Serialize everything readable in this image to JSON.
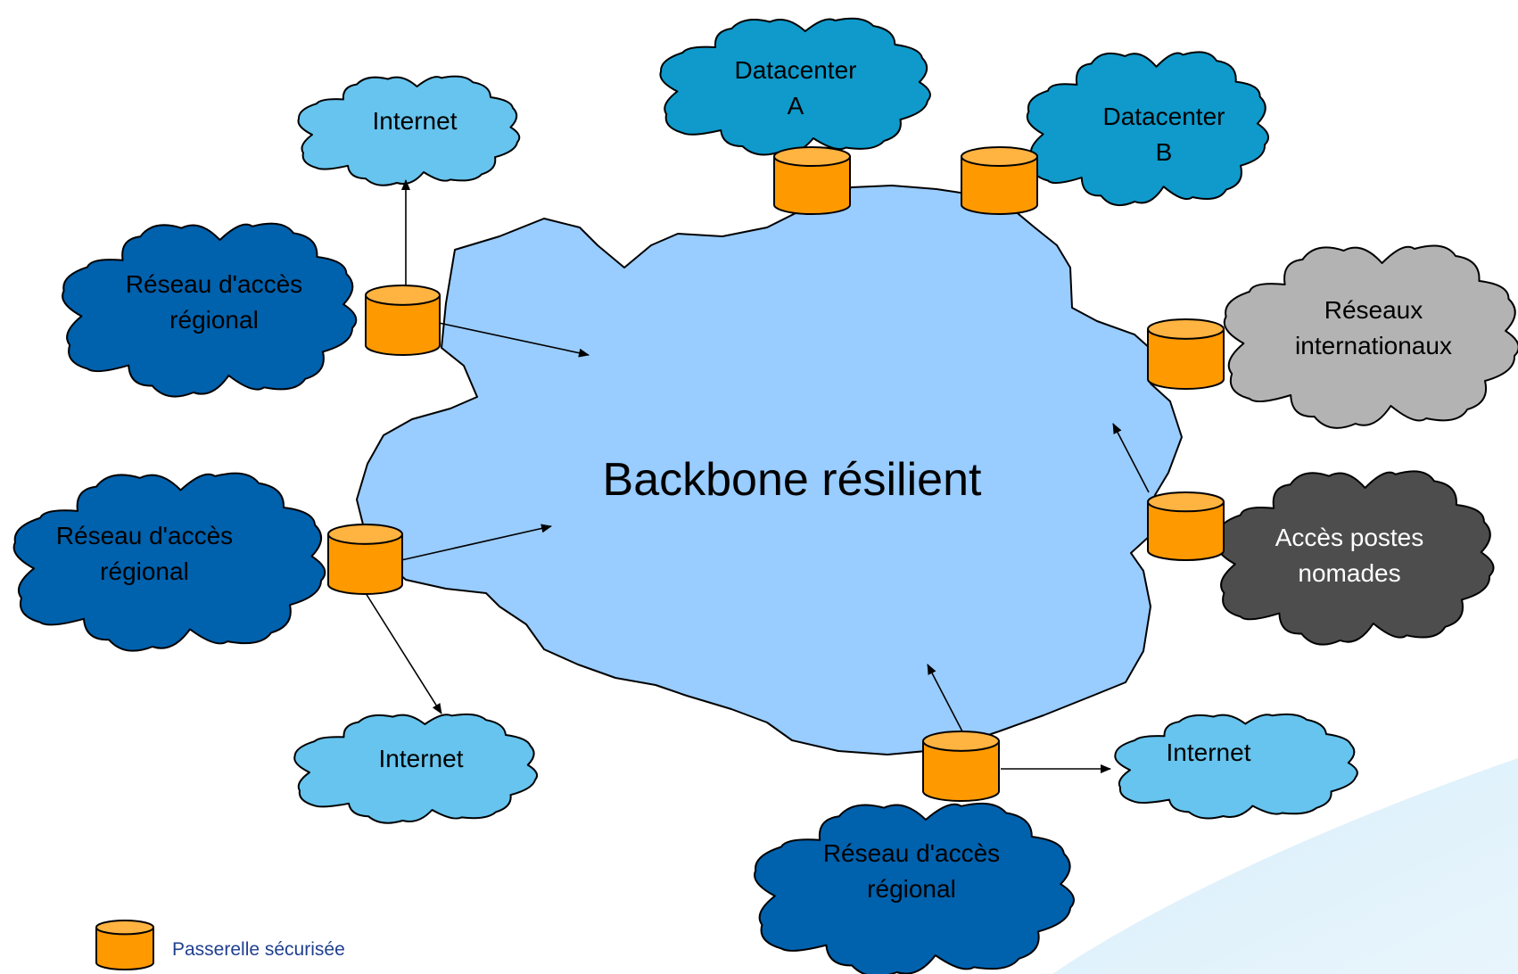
{
  "colors": {
    "core_cloud": "#99ccff",
    "internet_cloud": "#66c4ee",
    "datacenter_cloud": "#0f9acb",
    "regional_cloud": "#0061ad",
    "international_cloud": "#b3b3b3",
    "nomad_cloud": "#4d4d4d",
    "gateway": "#ff9900",
    "legend_text": "#1f3f8f"
  },
  "core": {
    "label": "Backbone résilient"
  },
  "clouds": {
    "internet_top": "Internet",
    "datacenter_a": {
      "line1": "Datacenter",
      "line2": "A"
    },
    "datacenter_b": {
      "line1": "Datacenter",
      "line2": "B"
    },
    "regional_top": {
      "line1": "Réseau d'accès",
      "line2": "régional"
    },
    "regional_mid": {
      "line1": "Réseau d'accès",
      "line2": "régional"
    },
    "regional_bottom": {
      "line1": "Réseau d'accès",
      "line2": "régional"
    },
    "internet_bottom_left": "Internet",
    "internet_bottom_right": "Internet",
    "international": {
      "line1": "Réseaux",
      "line2": "internationaux"
    },
    "nomad": {
      "line1": "Accès postes",
      "line2": "nomades"
    }
  },
  "legend": {
    "label": "Passerelle sécurisée",
    "icon": "gateway-cylinder-icon"
  }
}
